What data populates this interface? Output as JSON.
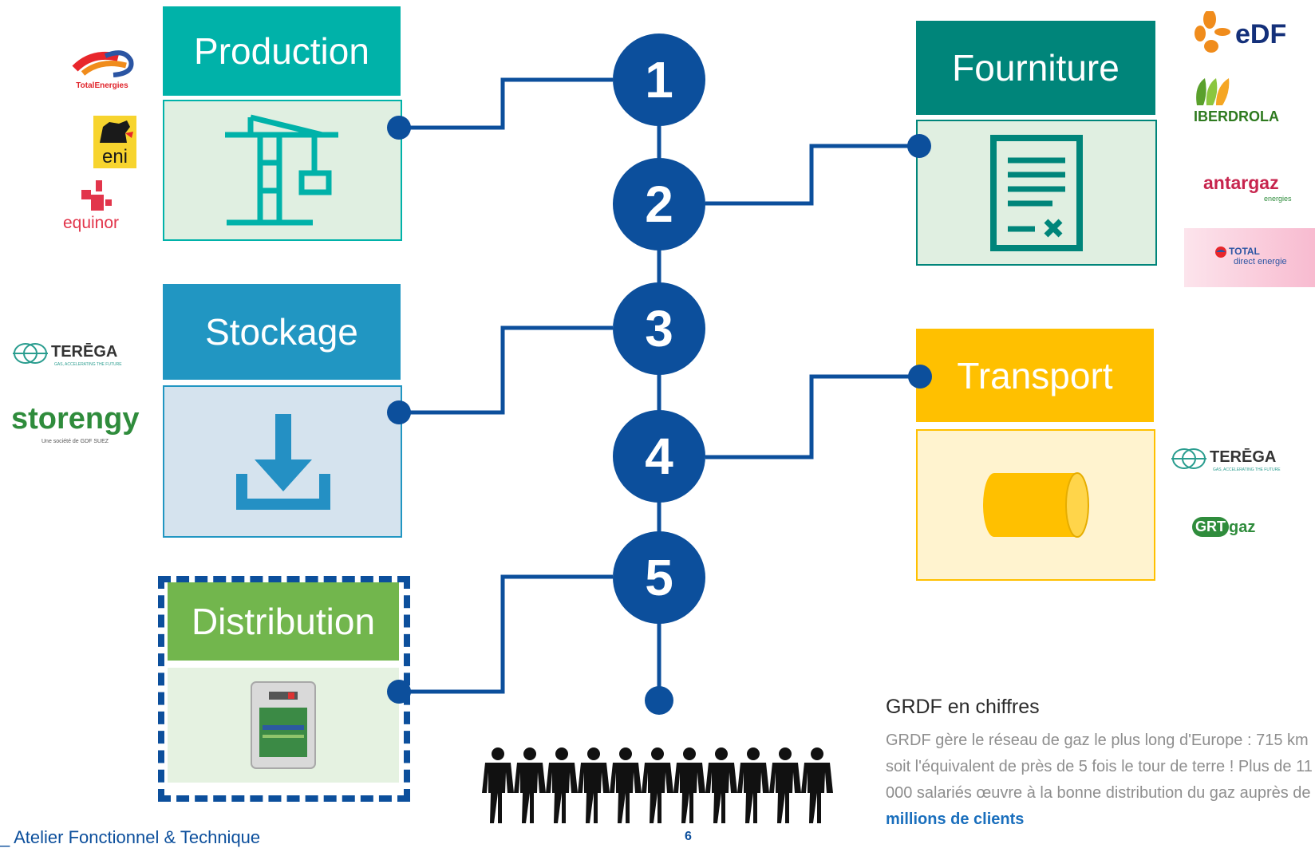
{
  "stages": {
    "production": {
      "title": "Production",
      "color": "#00b2a9",
      "body_color": "#e0efe1"
    },
    "stockage": {
      "title": "Stockage",
      "color": "#2196c2",
      "body_color": "#d5e3ee"
    },
    "distribution": {
      "title": "Distribution",
      "color": "#72b64d",
      "body_color": "#e5f2e1"
    },
    "fourniture": {
      "title": "Fourniture",
      "color": "#00857a",
      "body_color": "#e0efe1"
    },
    "transport": {
      "title": "Transport",
      "color": "#ffc000",
      "body_color": "#fff3cf"
    }
  },
  "steps": [
    "1",
    "2",
    "3",
    "4",
    "5"
  ],
  "logos": {
    "totalenergies": "TotalEnergies",
    "eni": "eni",
    "equinor": "equinor",
    "terega": "TERĒGA",
    "terega_tagline": "GAS, ACCELERATING THE FUTURE",
    "storengy": "storengy",
    "storengy_tagline": "Une société de GDF SUEZ",
    "edf": "eDF",
    "iberdrola": "IBERDROLA",
    "antargaz": "antargaz",
    "antargaz_sub": "energies",
    "total": "TOTAL",
    "total_sub": "direct energie",
    "grtgaz_a": "GRT",
    "grtgaz_b": "gaz"
  },
  "stats": {
    "title": "GRDF en chiffres",
    "text": "GRDF gère le réseau de gaz le plus long d'Europe : 715 km soit l'équivalent de près de 5 fois le tour de terre ! Plus de 11 000 salariés œuvre à la bonne distribution du gaz auprès de ",
    "highlight": "11 millions de clients"
  },
  "footer": "_ Atelier Fonctionnel & Technique",
  "page_number": "6",
  "colors": {
    "line": "#0c4f9c",
    "highlight": "#1a6fbd"
  }
}
